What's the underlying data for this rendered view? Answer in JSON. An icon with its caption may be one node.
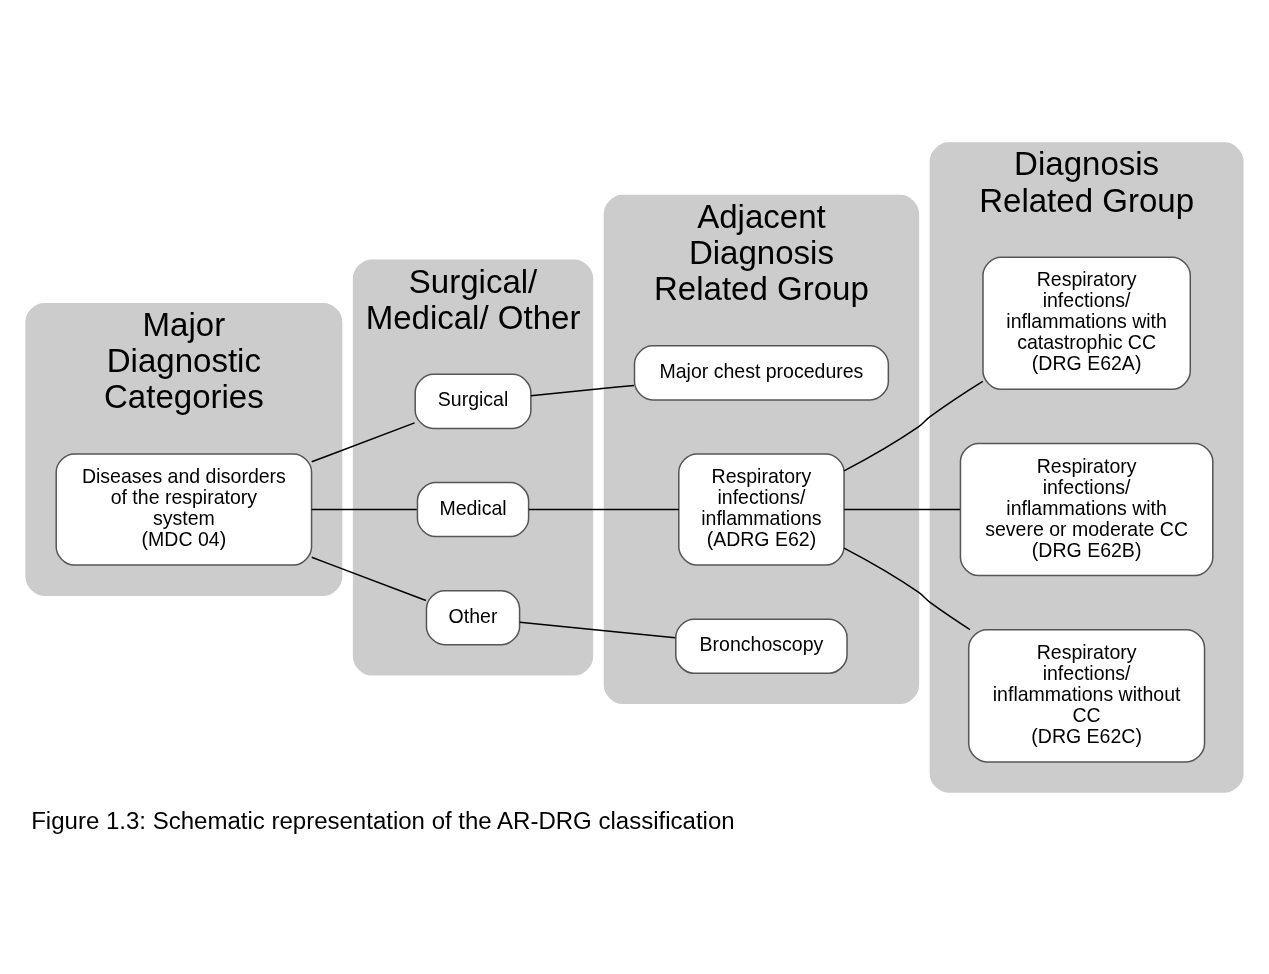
{
  "diagram": {
    "caption": "Figure 1.3: Schematic representation of the AR-DRG classification",
    "nodes": [
      {
        "text": [
          "Major Diagnostic Categories"
        ]
      },
      {
        "text": [
          "Surgical/ Medical/ Other"
        ]
      },
      {
        "text": [
          "Adjacent Diagnosis Related Group"
        ]
      },
      {
        "text": [
          "Diagnosis Related Group"
        ]
      },
      {
        "text": [
          "Diseases and disorders of the respiratory system",
          "(MDC 04)"
        ],
        "in": 0
      },
      {
        "text": [
          "Surgical"
        ],
        "in": 1
      },
      {
        "text": [
          "Medical"
        ],
        "in": 1
      },
      {
        "text": [
          "Other"
        ],
        "in": 1
      },
      {
        "text": [
          "Major chest procedures"
        ],
        "in": 2
      },
      {
        "text": [
          "Respiratory infections/ inflammations",
          "(ADRG E62)"
        ],
        "in": 2
      },
      {
        "text": [
          "Bronchoscopy"
        ],
        "in": 2
      },
      {
        "text": [
          "Respiratory infections/ inflammations with catastrophic CC",
          "(DRG E62A)"
        ],
        "in": 3
      },
      {
        "text": [
          "Respiratory infections/ inflammations with severe or moderate CC",
          "(DRG E62B)"
        ],
        "in": 3
      },
      {
        "text": [
          "Respiratory infections/ inflammations without CC",
          "(DRG E62C)"
        ],
        "in": 3
      }
    ],
    "edges": [
      {
        "from": 4,
        "to": 5,
        "arrow": "none"
      },
      {
        "from": 4,
        "to": 6,
        "arrow": "none"
      },
      {
        "from": 4,
        "to": 7,
        "arrow": "none"
      },
      {
        "from": 5,
        "to": 8,
        "arrow": "none"
      },
      {
        "from": 6,
        "to": 9,
        "arrow": "none"
      },
      {
        "from": 7,
        "to": 10,
        "arrow": "none"
      },
      {
        "from": 9,
        "to": 11,
        "arrow": "none"
      },
      {
        "from": 9,
        "to": 12,
        "arrow": "none"
      },
      {
        "from": 9,
        "to": 13,
        "arrow": "none"
      }
    ]
  }
}
